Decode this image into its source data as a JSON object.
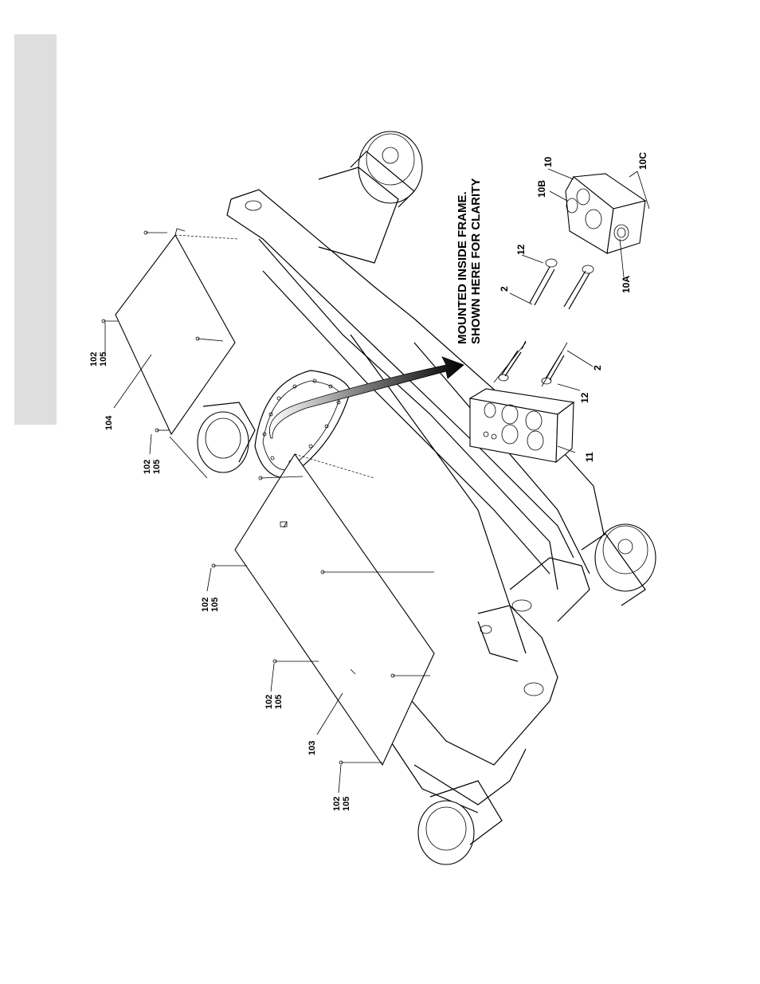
{
  "diagram": {
    "callout": {
      "line1": "MOUNTED INSIDE FRAME.",
      "line2": "SHOWN HERE FOR CLARITY"
    },
    "labels": {
      "l_102_a": "102",
      "l_105_a": "105",
      "l_104": "104",
      "l_102_b": "102",
      "l_105_b": "105",
      "l_102_c": "102",
      "l_105_c": "105",
      "l_102_d": "102",
      "l_105_d": "105",
      "l_103": "103",
      "l_102_e": "102",
      "l_105_e": "105",
      "l_11": "11",
      "l_12_a": "12",
      "l_2_a": "2",
      "l_12_b": "12",
      "l_2_b": "2",
      "l_10": "10",
      "l_10b": "10B",
      "l_10c": "10C",
      "l_10a": "10A"
    }
  }
}
